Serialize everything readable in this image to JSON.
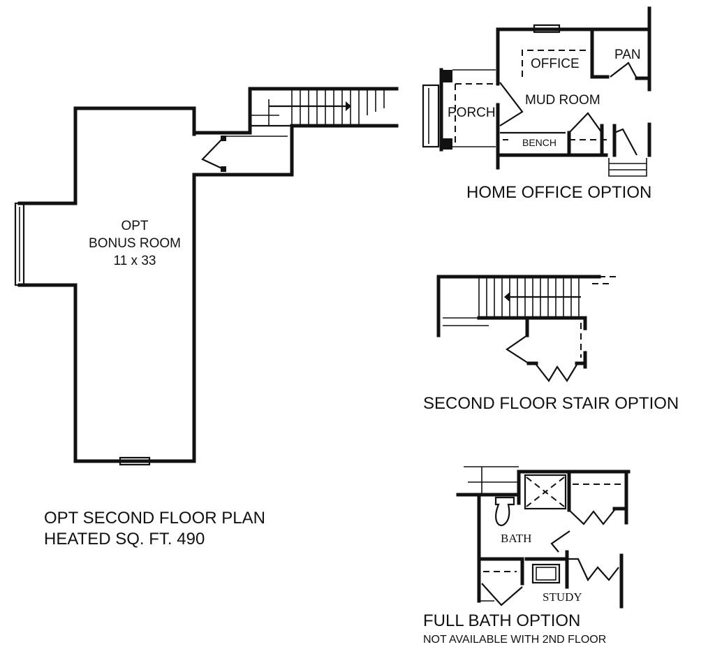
{
  "main_plan": {
    "room_line1": "OPT",
    "room_line2": "BONUS ROOM",
    "room_line3": "11 x 33",
    "caption_line1": "OPT SECOND FLOOR PLAN",
    "caption_line2": "HEATED SQ. FT. 490"
  },
  "home_office_option": {
    "title": "HOME OFFICE OPTION",
    "rooms": {
      "office": "OFFICE",
      "pantry": "PAN",
      "mud_room": "MUD ROOM",
      "porch": "PORCH",
      "bench": "BENCH"
    }
  },
  "stair_option": {
    "title": "SECOND FLOOR STAIR OPTION"
  },
  "full_bath_option": {
    "title": "FULL BATH OPTION",
    "note": "NOT AVAILABLE WITH 2ND FLOOR",
    "rooms": {
      "bath": "BATH",
      "study": "STUDY"
    }
  }
}
